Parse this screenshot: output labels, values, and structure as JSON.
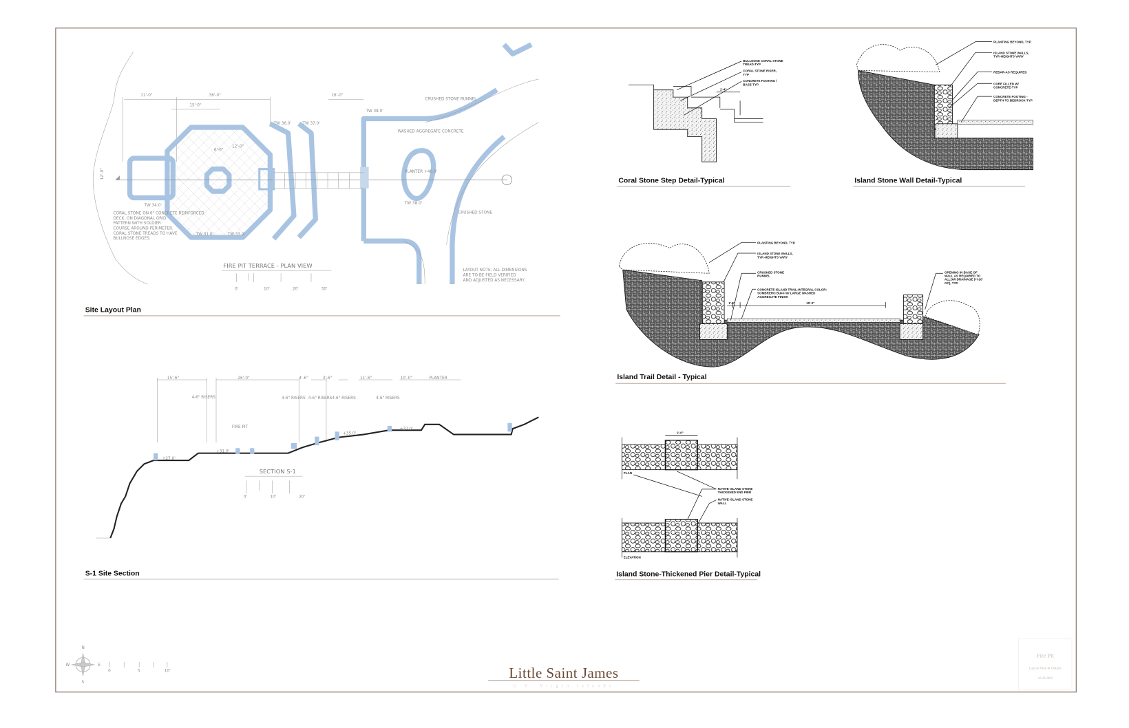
{
  "sheet": {
    "project_logo": "Little Saint James",
    "project_location": "U.S. Virgin Islands",
    "title_block": {
      "sheet_title": "Fire Pit",
      "sheet_subtitle": "Layout Plan & Details",
      "date": "10.28.2009"
    },
    "colors": {
      "sketch_blue": "#a9c4e2",
      "logo_brown": "#6b4a35",
      "frame": "#8a7a72"
    }
  },
  "drawings": {
    "site_layout_plan": {
      "title": "Site Layout Plan",
      "plan_title": "FIRE PIT TERRACE - PLAN VIEW",
      "dimensions": [
        "11'-0\"",
        "36'-0\"",
        "15'-0\"",
        "16'-0\"",
        "12'-0\"",
        "6'-0\"",
        "12'-0\""
      ],
      "spot_labels": [
        "TW 34.0'",
        "TW 31.0'",
        "TW 33.0'",
        "TW 36.0'",
        "TW 37.0'",
        "TW 38.0'",
        "TW 38.0'",
        "PLANTER +40.0'"
      ],
      "notes": {
        "paving": [
          "CORAL STONE ON 6\" CONCRETE REINFORCED",
          "DECK, ON DIAGONAL GRID",
          "PATTERN WITH SOLDIER",
          "COURSE AROUND PERIMETER.",
          "CORAL STONE TREADS TO HAVE",
          "BULLNOSE EDGES."
        ],
        "runnel": "CRUSHED STONE RUNNEL",
        "concrete": "WASHED AGGREGATE CONCRETE",
        "crushed_stone": "CRUSHED STONE",
        "layout_note": [
          "LAYOUT NOTE: ALL DIMENSIONS",
          "ARE TO BE FIELD VERIFIED",
          "AND ADJUSTED AS NECESSARY."
        ]
      },
      "scale_labels": [
        "0'",
        "10'",
        "20'",
        "30'"
      ]
    },
    "site_section": {
      "title": "S-1 Site Section",
      "section_title": "SECTION S-1",
      "dimensions": [
        "15'-6\"",
        "26'-0\"",
        "4'-6\"",
        "3'-6\"",
        "11'-6\"",
        "10'-0\"",
        "PLANTER"
      ],
      "riser_labels": [
        "4-6\" RISERS",
        "4-6\" RISERS",
        "4-6\" RISERS",
        "4-6\" RISERS",
        "4-6\" RISERS"
      ],
      "fire_pit_label": "FIRE PIT",
      "spot_labels": [
        "+27.0'",
        "+31.0'",
        "+35.0'",
        "+37.0'"
      ],
      "scale_labels": [
        "0'",
        "10'",
        "20'"
      ]
    },
    "coral_step_detail": {
      "title": "Coral Stone Step Detail-Typical",
      "callouts": [
        [
          "BULLNOSE CORAL STONE",
          "TREAD-TYP"
        ],
        [
          "CORAL STONE RISER,",
          "TYP"
        ],
        [
          "CONCRETE FOOTING /",
          "BASE-TYP"
        ]
      ],
      "dimension": "1'-4\""
    },
    "island_wall_detail": {
      "title": "Island Stone Wall Detail-Typical",
      "callouts": [
        [
          "PLANTING BEYOND, TYP."
        ],
        [
          "ISLAND STONE WALLS,",
          "TYP.-HEIGHTS VARY"
        ],
        [
          "REBAR-AS REQUIRED"
        ],
        [
          "CORE FILLED W/",
          "CONCRETE-TYP"
        ],
        [
          "CONCRETE FOOTING -",
          "DEPTH TO BEDROCK-TYP"
        ]
      ]
    },
    "island_trail_detail": {
      "title": "Island Trail Detail - Typical",
      "callouts": [
        [
          "PLANTING BEYOND, TYP."
        ],
        [
          "ISLAND STONE WALLS,",
          "TYP.-HEIGHTS VARY"
        ],
        [
          "CRUSHED STONE",
          "RUNNEL"
        ],
        [
          "CONCRETE ISLAND TRAIL-INTEGRAL COLOR:",
          "SOMBRERO BUFF W/ LARGE WASHED",
          "AGGREGATE FINISH"
        ],
        [
          "OPENING IN BASE OF",
          "WALL AS REQUIRED TO",
          "ALLOW DRAINAGE (+/-20'",
          "OC), TYP."
        ]
      ],
      "dimensions": [
        "1'-6\"",
        "10'-0\""
      ]
    },
    "pier_detail": {
      "title": "Island Stone-Thickened Pier Detail-Typical",
      "view_labels": [
        "PLAN",
        "ELEVATION"
      ],
      "callouts": [
        [
          "NATIVE ISLAND STONE",
          "THICKENED END PIER"
        ],
        [
          "NATIVE ISLAND STONE",
          "WALL"
        ]
      ],
      "dimension": "2'-0\""
    },
    "north_arrow": {
      "labels": [
        "N",
        "W",
        "E",
        "S"
      ]
    },
    "graphic_scale": {
      "labels": [
        "0",
        "5",
        "10'"
      ]
    }
  }
}
